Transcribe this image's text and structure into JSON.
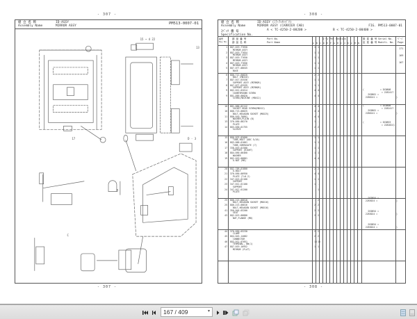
{
  "left_page": {
    "page_number_top": "- 307 -",
    "page_number_bottom": "- 307 -",
    "assembly_label_jp": "組 立 名 称",
    "assembly_label_en": "Assembly Name",
    "assembly_code": "ID-ASSY",
    "assembly_name": "MIRROR ASSY",
    "figure_code": "PM513-0007-01"
  },
  "right_page": {
    "page_number_top": "- 308 -",
    "page_number_bottom": "- 308 -",
    "assembly_label_jp": "組 立 名 称",
    "assembly_label_en": "Assembly Name",
    "assembly_code": "ID-ASSY (ﾐﾗｰｱｯｾﾝﾌﾞﾘ)",
    "assembly_name": "MIRROR ASSY (CARRIER CAB)",
    "fig_label": "FIG. PM513-0007-01",
    "spec_label_jp": "ｽﾍﾟｯｸ 番 号",
    "spec_label_en": "Specification No.",
    "spec_a": "A < TC-4250-2-00200      >",
    "spec_b": "B < TC-4250-2-00400      >",
    "table": {
      "headers": {
        "key_no": "番号 Key No.",
        "part_no_jp": "部 品 番 号",
        "part_name_jp": "部 品 名 称",
        "part_no": "Part  No.",
        "part_name": "Part  Name",
        "qty": "Q'ty Per Section",
        "qty_cols": [
          "A",
          "B",
          "C",
          "D",
          "E",
          "F",
          "G",
          "H",
          "I",
          "J",
          "K",
          "L",
          "M",
          "N"
        ],
        "remarks": "設 変 番 号",
        "remarks2": "区 変 番 号",
        "serial": "Serial No.",
        "modifi": "Modifi. No.",
        "page_jp": "ﾍﾟｰｼﾞ",
        "page": "Page"
      },
      "rows": [
        {
          "no": "1",
          "part_no": "8Q7-019-77650",
          "name": "MIRROR ASSY",
          "q1": "1",
          "q2": "1"
        },
        {
          "no": "2",
          "part_no": "8Q7-019-77654",
          "name": "MIRROR ASSY",
          "q1": "1",
          "q2": "1"
        },
        {
          "no": "3",
          "part_no": "8Q7-019-77650",
          "name": "MIRROR ASSY",
          "q1": "1",
          "q2": "1"
        },
        {
          "no": "4",
          "part_no": "8Q7-019-77656",
          "name": "MIRROR ASSY",
          "q1": "1",
          "q2": "1"
        },
        {
          "no": "5",
          "part_no": "8Q7-077-08645",
          "name": "BASE",
          "q1": "1",
          "q2": "1"
        },
        {
          "no": "6",
          "part_no": "8Q0-711-60820",
          "name": "BOLT (M8X20)",
          "q1": "2",
          "q2": "2"
        },
        {
          "no": "7",
          "part_no": "8Q7-017-63538",
          "name": "SUPPORT ASSY (MIRROR)",
          "q1": "1",
          "q2": "1"
        },
        {
          "no": "8",
          "part_no": "8Q7-077-63539",
          "name": "SUPPORT ASSY (MIRROR)",
          "q1": "1",
          "q2": "1"
        },
        {
          "no": "9",
          "part_no": "8Q2-012-02014",
          "name": "COUNTERSUNK SCREW",
          "q1": "4",
          "q2": "4"
        },
        {
          "no": "9",
          "part_no": "8Q1-050-00020",
          "name": "SCREW,MACHINE (M8X12)",
          "q1": "4",
          "q2": "4"
        },
        {
          "no": "10",
          "part_no": "8Q1-060-02112",
          "name": "SOCKET HEAD SCREW(M8X12)",
          "q1": "4",
          "q2": "4"
        },
        {
          "no": "10",
          "part_no": "8Q0-713-00825",
          "name": "BOLT,HEXAGON SOCKET (M8X25)",
          "q1": "4",
          "q2": "4"
        },
        {
          "no": "11",
          "part_no": "8Q0-010-70801",
          "name": "WASHER,PLAIN (8)",
          "q1": "4",
          "q2": "4"
        },
        {
          "no": "13",
          "part_no": "370-050-08270",
          "name": "PLATE",
          "q1": "1",
          "q2": "-"
        },
        {
          "no": "14",
          "part_no": "8Q3-030-01755",
          "name": "SLEEVE",
          "q1": "2",
          "q2": "2"
        },
        {
          "no": "15",
          "part_no": "8Q0-023-02600",
          "name": "TUBE,HEAT (ODC 5/16)",
          "q1": "1",
          "q2": "1"
        },
        {
          "no": "16",
          "part_no": "8Q3-060-01001",
          "name": "TUBE,CORRUGATE (7)",
          "q1": "1",
          "q2": "1"
        },
        {
          "no": "17",
          "part_no": "338-019-01500",
          "name": "SUPPORT (RIGHT)",
          "q1": "1",
          "q2": "1"
        },
        {
          "no": "18",
          "part_no": "8Q4-050-00460",
          "name": "WASHER",
          "q1": "1",
          "q2": "1"
        },
        {
          "no": "19",
          "part_no": "8Q2-019-00801",
          "name": "U-NUT (M8)",
          "q1": "4",
          "q2": "4"
        },
        {
          "no": "20",
          "part_no": "8Q2-709-01800",
          "name": "U-BOLT",
          "q1": "2",
          "q2": "2"
        },
        {
          "no": "21",
          "part_no": "370-050-00950",
          "name": "PLATE (T=0.2)",
          "q1": "4",
          "q2": "4"
        },
        {
          "no": "22",
          "part_no": "347-013-01100",
          "name": "SUPPORT",
          "q1": "1",
          "q2": "1"
        },
        {
          "no": "23",
          "part_no": "347-012-01100",
          "name": "SUPPORT",
          "q1": "1",
          "q2": "-"
        },
        {
          "no": "24",
          "part_no": "347-017-01200",
          "name": "PLATE",
          "q1": "-",
          "q2": "1"
        },
        {
          "no": "25",
          "part_no": "8Q0-213-00810",
          "name": "BOLT,HEXAGON SOCKET (M8X16)",
          "q1": "-",
          "q2": "2"
        },
        {
          "no": "25",
          "part_no": "8Q0-213-00816",
          "name": "BOLT,HEXAGON SOCKET (M8X16)",
          "q1": "2",
          "q2": "2"
        },
        {
          "no": "41",
          "part_no": "350-044-03200",
          "name": "SEAT",
          "q1": "2",
          "q2": "2"
        },
        {
          "no": "43",
          "part_no": "8Q2-013-00800",
          "name": "NUT,FLANGE (M8)",
          "q1": "2",
          "q2": "2"
        },
        {
          "no": "44",
          "part_no": "370-050-03230",
          "name": "CLAMP",
          "q1": "2",
          "q2": "2"
        },
        {
          "no": "45",
          "part_no": "8Q4-043-14082",
          "name": "CONNECTOR",
          "q1": "2",
          "q2": "2"
        },
        {
          "no": "46",
          "part_no": "8Q3-012-07051",
          "name": "TERMINAL, BW(1)",
          "q1": "18",
          "q2": "18"
        },
        {
          "no": "47",
          "part_no": "8Q7-019-10952",
          "name": "MIRROR (FLAT)",
          "q1": "1",
          "q2": "1"
        }
      ],
      "serial_groups": [
        "(            = DC0808\n              = 2282417\n    DC0801 =\n  2286241 =              )",
        "(            = DC0808\n              = 2282417\n    DC0801 =\n  2286241 =              )",
        "(            = DC0853\n              = 2282824)",
        "    DC0854 =\n  2283024 =              )",
        "    DC0854 =\n  2283024 =              )",
        "    DC0854 =\n  2283024 =              )"
      ],
      "page_refs": [
        "171",
        "169",
        "167"
      ]
    }
  },
  "toolbar": {
    "first_page": "first-page",
    "prev_page": "prev-page",
    "page_input": "167 / 409",
    "next_page": "next-page",
    "last_page": "last-page"
  }
}
